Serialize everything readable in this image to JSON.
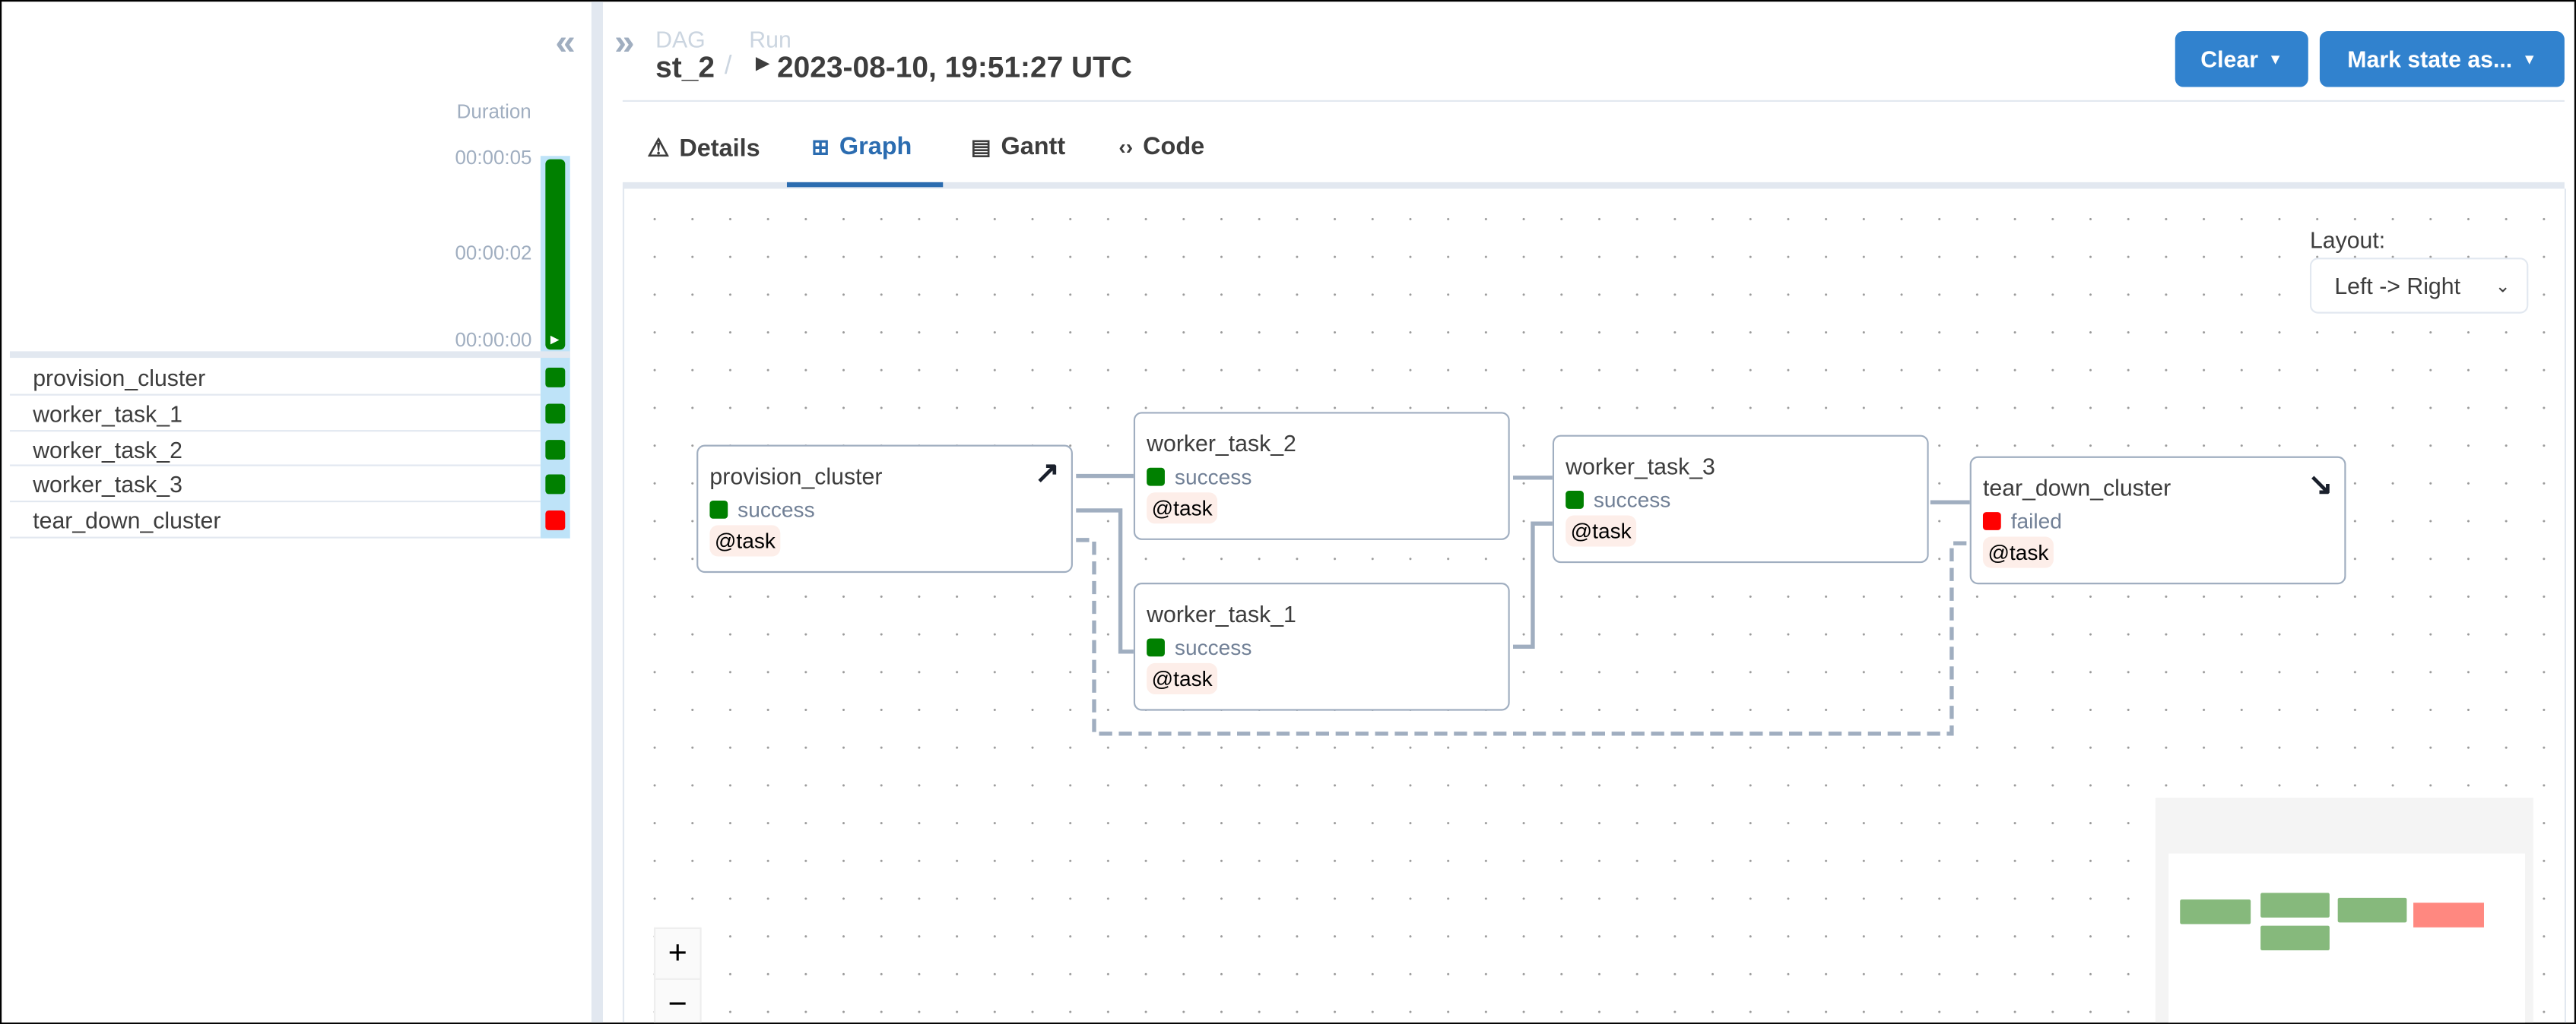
{
  "sidebar": {
    "collapse_icon": "double-chevron-left",
    "duration_label": "Duration",
    "ticks": [
      "00:00:05",
      "00:00:02",
      "00:00:00"
    ],
    "run_bar_color": "#008000",
    "tasks": [
      {
        "name": "provision_cluster",
        "state": "success",
        "color": "#008000"
      },
      {
        "name": "worker_task_1",
        "state": "success",
        "color": "#008000"
      },
      {
        "name": "worker_task_2",
        "state": "success",
        "color": "#008000"
      },
      {
        "name": "worker_task_3",
        "state": "success",
        "color": "#008000"
      },
      {
        "name": "tear_down_cluster",
        "state": "failed",
        "color": "#ff0000"
      }
    ]
  },
  "header": {
    "expand_icon": "double-chevron-right",
    "dag_label": "DAG",
    "dag_value": "st_2",
    "separator": "/",
    "run_label": "Run",
    "run_value": "2023-08-10, 19:51:27 UTC",
    "clear_button": "Clear",
    "mark_state_button": "Mark state as...",
    "accent": "#3182ce"
  },
  "tabs": [
    {
      "label": "Details",
      "icon": "warning-triangle",
      "active": false
    },
    {
      "label": "Graph",
      "icon": "graph",
      "active": true
    },
    {
      "label": "Gantt",
      "icon": "gantt",
      "active": false
    },
    {
      "label": "Code",
      "icon": "code",
      "active": false
    }
  ],
  "graph": {
    "layout_label": "Layout:",
    "layout_value": "Left -> Right",
    "nodes": [
      {
        "name": "provision_cluster",
        "state": "success",
        "operator": "@task",
        "arrow": "↗"
      },
      {
        "name": "worker_task_2",
        "state": "success",
        "operator": "@task"
      },
      {
        "name": "worker_task_1",
        "state": "success",
        "operator": "@task"
      },
      {
        "name": "worker_task_3",
        "state": "success",
        "operator": "@task"
      },
      {
        "name": "tear_down_cluster",
        "state": "failed",
        "operator": "@task",
        "arrow": "↘"
      }
    ],
    "zoom_in": "+",
    "zoom_out": "−"
  }
}
